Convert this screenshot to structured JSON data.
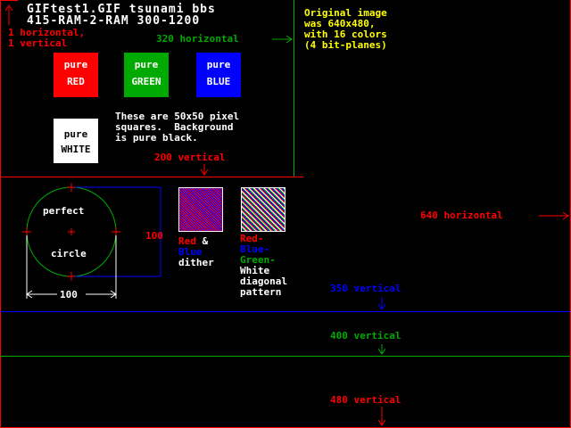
{
  "header": {
    "title_line1": "GIFtest1.GIF tsunami bbs",
    "title_line2": "415-RAM-2-RAM 300-1200"
  },
  "labels": {
    "origin": "1 horizontal,\n1 vertical",
    "h320": "320 horizontal",
    "h640": "640 horizontal",
    "v200": "200 vertical",
    "v350": "350 vertical",
    "v400": "400 vertical",
    "v480": "480 vertical"
  },
  "info": {
    "original": "Original image\nwas 640x480,\nwith 16 colors\n(4 bit-planes)",
    "squares_note": "These are 50x50 pixel\nsquares.  Background\nis pure black."
  },
  "squares": {
    "red": {
      "line1": "pure",
      "line2": "RED",
      "color": "#ff0000"
    },
    "green": {
      "line1": "pure",
      "line2": "GREEN",
      "color": "#00aa00"
    },
    "blue": {
      "line1": "pure",
      "line2": "BLUE",
      "color": "#0000ff"
    },
    "white": {
      "line1": "pure",
      "line2": "WHITE",
      "color": "#ffffff"
    }
  },
  "circle": {
    "top_label": "perfect",
    "bottom_label": "circle",
    "width_label": "100",
    "height_label": "100"
  },
  "dither": {
    "red_word": "Red",
    "amp": "&",
    "blue_word": "Blue",
    "last": "dither"
  },
  "diagonal": {
    "red_word": "Red-",
    "blue_word": "Blue-",
    "green_word": "Green-",
    "white_word": "White",
    "rest": "diagonal\npattern"
  },
  "colors": {
    "red": "#ff0000",
    "green": "#00aa00",
    "blue": "#0000ff",
    "yellow": "#ffff00",
    "white": "#ffffff",
    "background": "#000000"
  }
}
